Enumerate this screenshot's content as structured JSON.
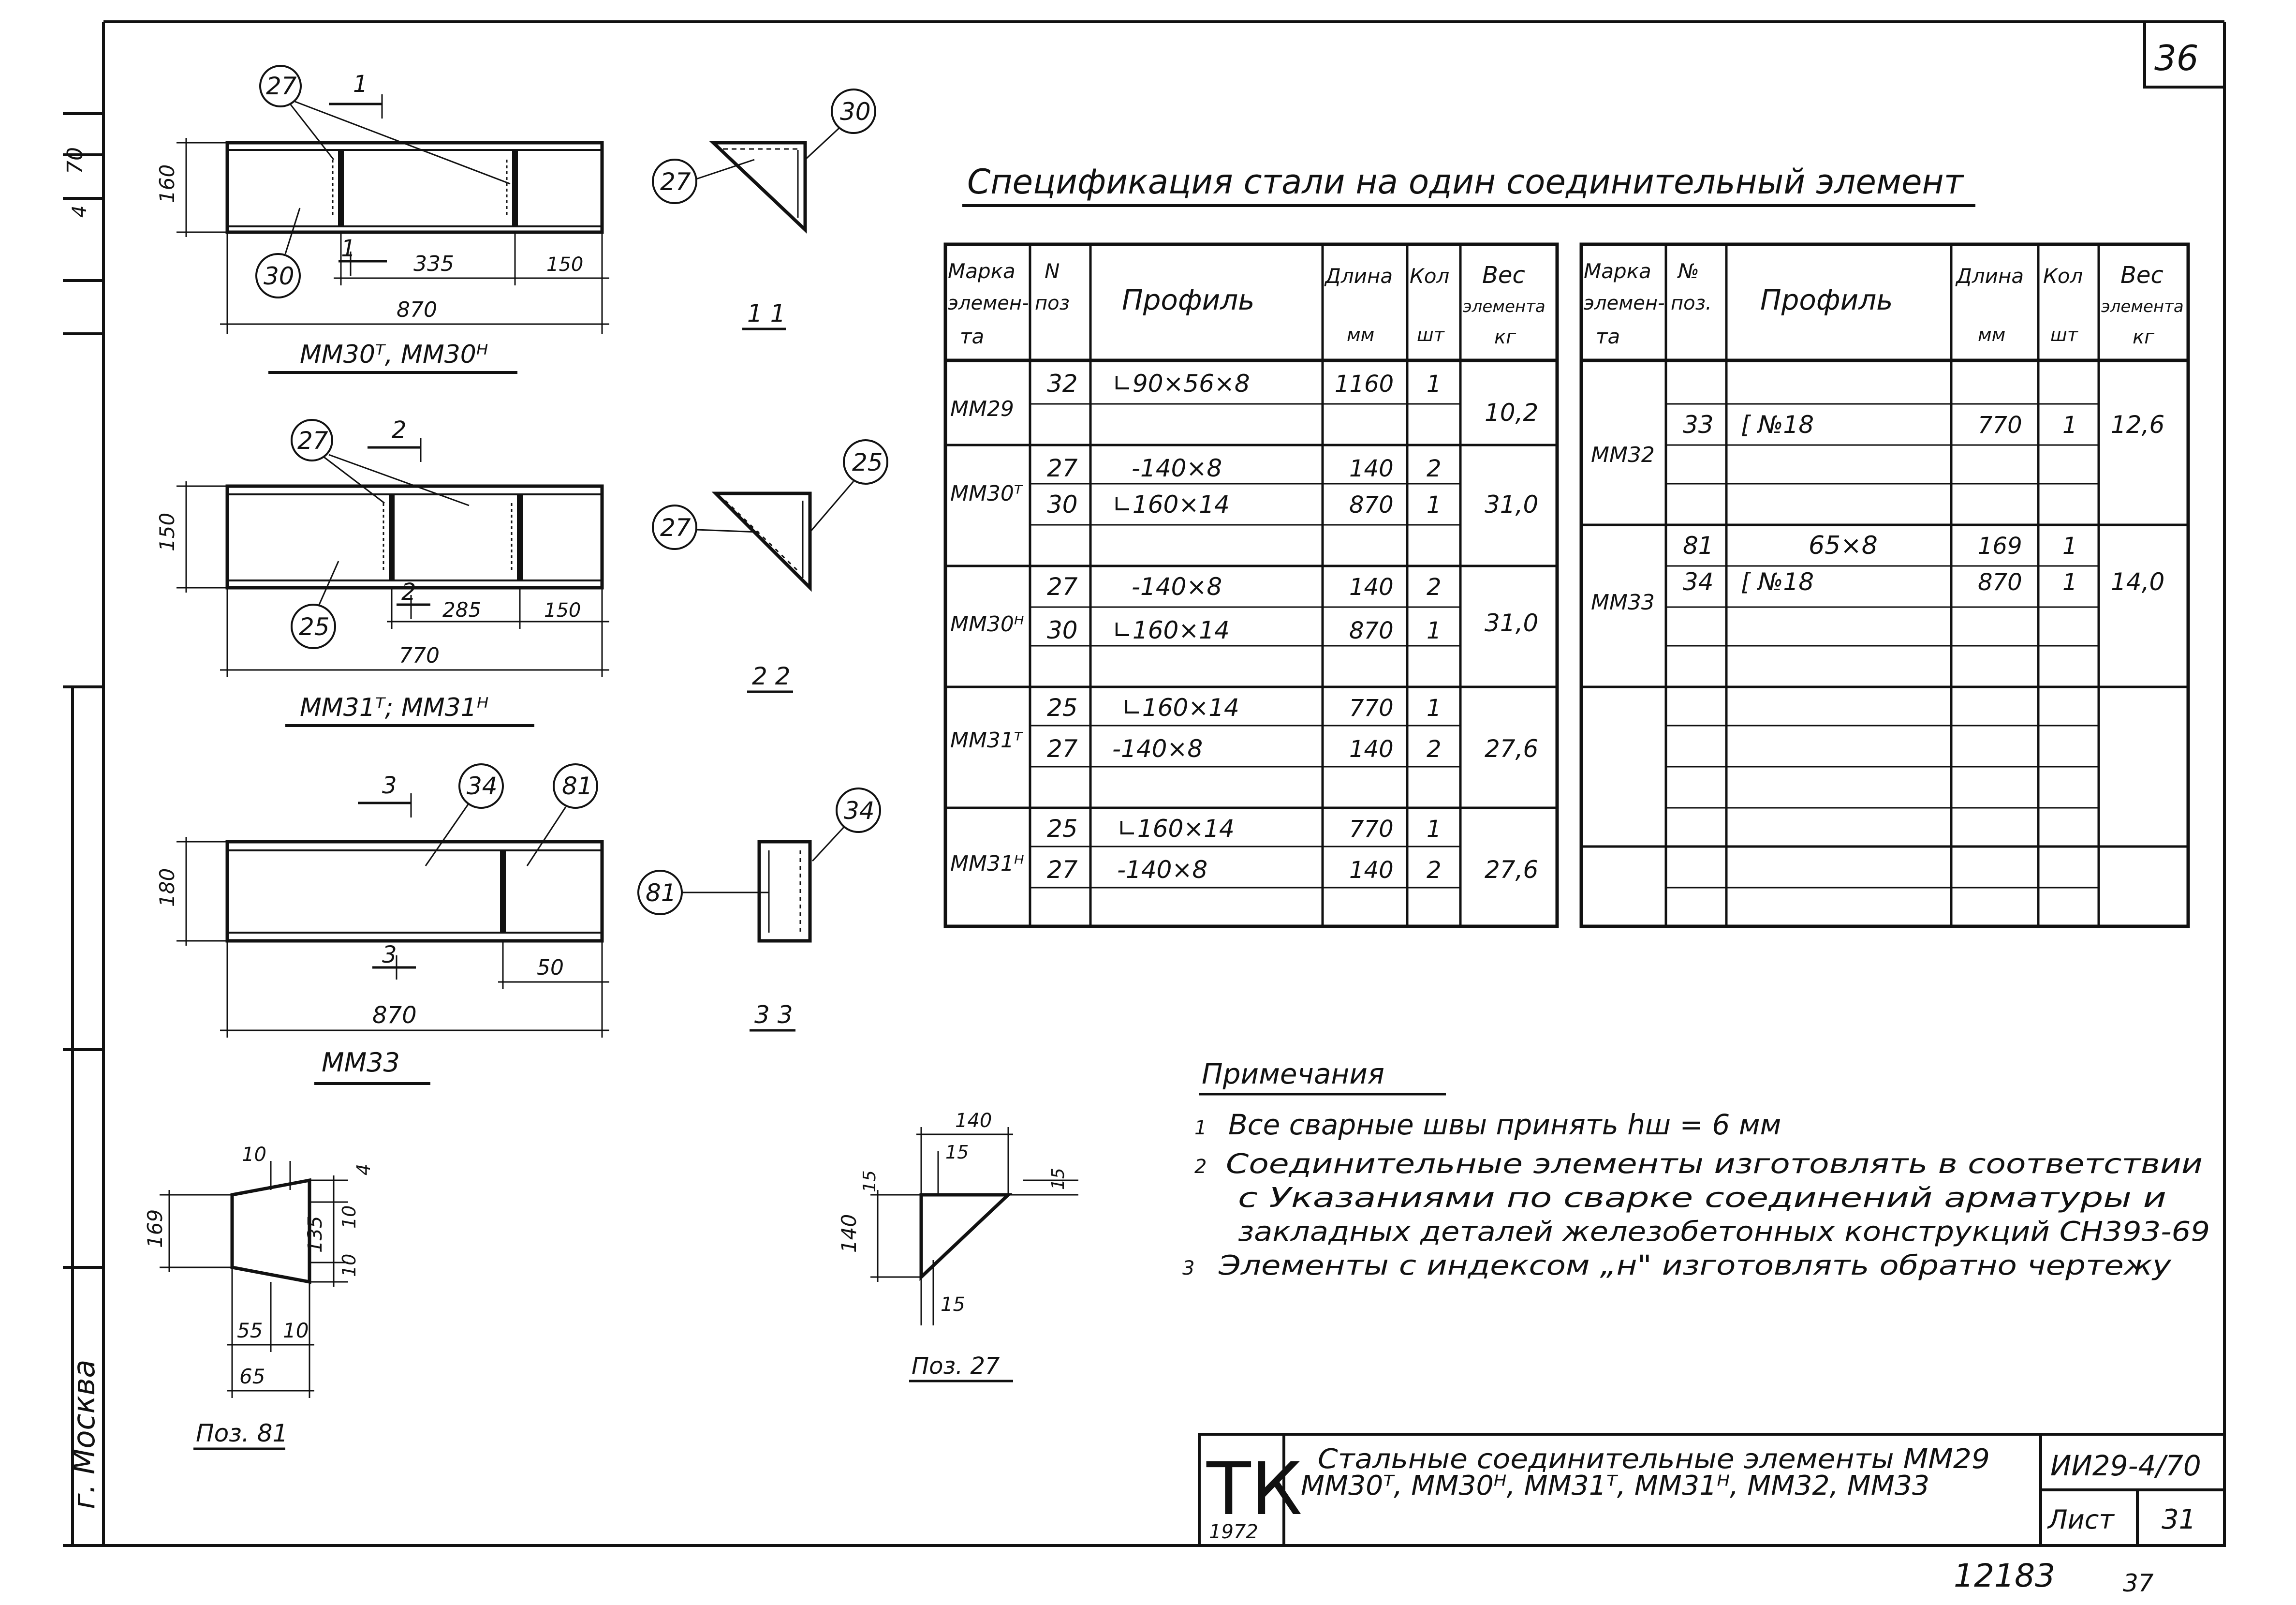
{
  "sheet": {
    "page_number": "36",
    "city": "г. Москва",
    "bottom_number": "12183",
    "bottom_scribble": "37"
  },
  "drawings": {
    "mm30": {
      "callouts": [
        "27",
        "30"
      ],
      "section_mark": "1",
      "dims": {
        "height": "160",
        "spacing": "335",
        "end": "150",
        "total": "870"
      },
      "side_dims": [
        "70",
        "4"
      ],
      "title": "ММ30ᵀ, ММ30ᴴ"
    },
    "mm31": {
      "callouts": [
        "27",
        "25"
      ],
      "section_mark": "2",
      "dims": {
        "height": "150",
        "spacing": "285",
        "end": "150",
        "total": "770"
      },
      "title": "ММ31ᵀ; ММ31ᴴ"
    },
    "mm33": {
      "callouts": [
        "34",
        "81"
      ],
      "section_mark": "3",
      "dims": {
        "height": "180",
        "end": "50",
        "total": "870"
      },
      "title": "ММ33"
    },
    "sections": {
      "s1": {
        "callouts": [
          "27",
          "30"
        ],
        "label": "1 1"
      },
      "s2": {
        "callouts": [
          "27",
          "25"
        ],
        "label": "2 2"
      },
      "s3": {
        "callouts": [
          "81",
          "34"
        ],
        "label": "3 3"
      }
    },
    "poz81": {
      "dims": {
        "top": "10",
        "height": "169",
        "mid": "135",
        "r1": "10",
        "r2": "10",
        "r3": "4",
        "b1": "55",
        "b2": "10",
        "b3": "65"
      },
      "title": "Поз. 81"
    },
    "poz27": {
      "dims": {
        "top": "140",
        "t1": "15",
        "l1": "15",
        "r1": "15",
        "height": "140",
        "bottom": "15"
      },
      "title": "Поз. 27"
    }
  },
  "spec": {
    "title": "Спецификация стали на один соединительный элемент",
    "headers": {
      "mark": [
        "Марка",
        "элемен-",
        "та"
      ],
      "pos": [
        "N",
        "поз"
      ],
      "pos_right": [
        "№",
        "поз."
      ],
      "profile": "Профиль",
      "length": [
        "Длина",
        "мм"
      ],
      "qty": [
        "Кол",
        "шт"
      ],
      "weight": [
        "Вес",
        "элемента",
        "кг"
      ]
    },
    "left_rows": [
      {
        "mark": "ММ29",
        "weight": "10,2",
        "items": [
          {
            "pos": "32",
            "profile": "∟90×56×8",
            "length": "1160",
            "qty": "1"
          }
        ]
      },
      {
        "mark": "ММ30ᵀ",
        "weight": "31,0",
        "items": [
          {
            "pos": "27",
            "profile": "-140×8",
            "length": "140",
            "qty": "2"
          },
          {
            "pos": "30",
            "profile": "∟160×14",
            "length": "870",
            "qty": "1"
          }
        ]
      },
      {
        "mark": "ММ30ᴴ",
        "weight": "31,0",
        "items": [
          {
            "pos": "27",
            "profile": "-140×8",
            "length": "140",
            "qty": "2"
          },
          {
            "pos": "30",
            "profile": "∟160×14",
            "length": "870",
            "qty": "1"
          }
        ]
      },
      {
        "mark": "ММ31ᵀ",
        "weight": "27,6",
        "items": [
          {
            "pos": "25",
            "profile": "∟160×14",
            "length": "770",
            "qty": "1"
          },
          {
            "pos": "27",
            "profile": "-140×8",
            "length": "140",
            "qty": "2"
          }
        ]
      },
      {
        "mark": "ММ31ᴴ",
        "weight": "27,6",
        "items": [
          {
            "pos": "25",
            "profile": "∟160×14",
            "length": "770",
            "qty": "1"
          },
          {
            "pos": "27",
            "profile": "-140×8",
            "length": "140",
            "qty": "2"
          }
        ]
      }
    ],
    "right_rows": [
      {
        "mark": "ММ32",
        "weight": "12,6",
        "items": [
          {
            "pos": "33",
            "profile": "[ №18",
            "length": "770",
            "qty": "1"
          }
        ]
      },
      {
        "mark": "ММ33",
        "weight": "14,0",
        "items": [
          {
            "pos": "81",
            "profile": "65×8",
            "length": "169",
            "qty": "1"
          },
          {
            "pos": "34",
            "profile": "[ №18",
            "length": "870",
            "qty": "1"
          }
        ]
      }
    ]
  },
  "notes": {
    "title": "Примечания",
    "items": [
      {
        "num": "1",
        "lines": [
          "Все сварные швы принять hш = 6 мм"
        ]
      },
      {
        "num": "2",
        "lines": [
          "Соединительные элементы изготовлять в соответствии",
          "с Указаниями по сварке соединений арматуры и",
          "закладных деталей железобетонных конструкций СН393-69"
        ]
      },
      {
        "num": "3",
        "lines": [
          "Элементы с индексом „н\" изготовлять обратно чертежу"
        ]
      }
    ]
  },
  "title_block": {
    "logo": "ТК",
    "year": "1972",
    "description_lines": [
      "Стальные соединительные элементы ММ29",
      "ММ30ᵀ, ММ30ᴴ, ММ31ᵀ, ММ31ᴴ, ММ32, ММ33"
    ],
    "series": "ИИ29-4/70",
    "sheet_label": "Лист",
    "sheet_number": "31"
  }
}
